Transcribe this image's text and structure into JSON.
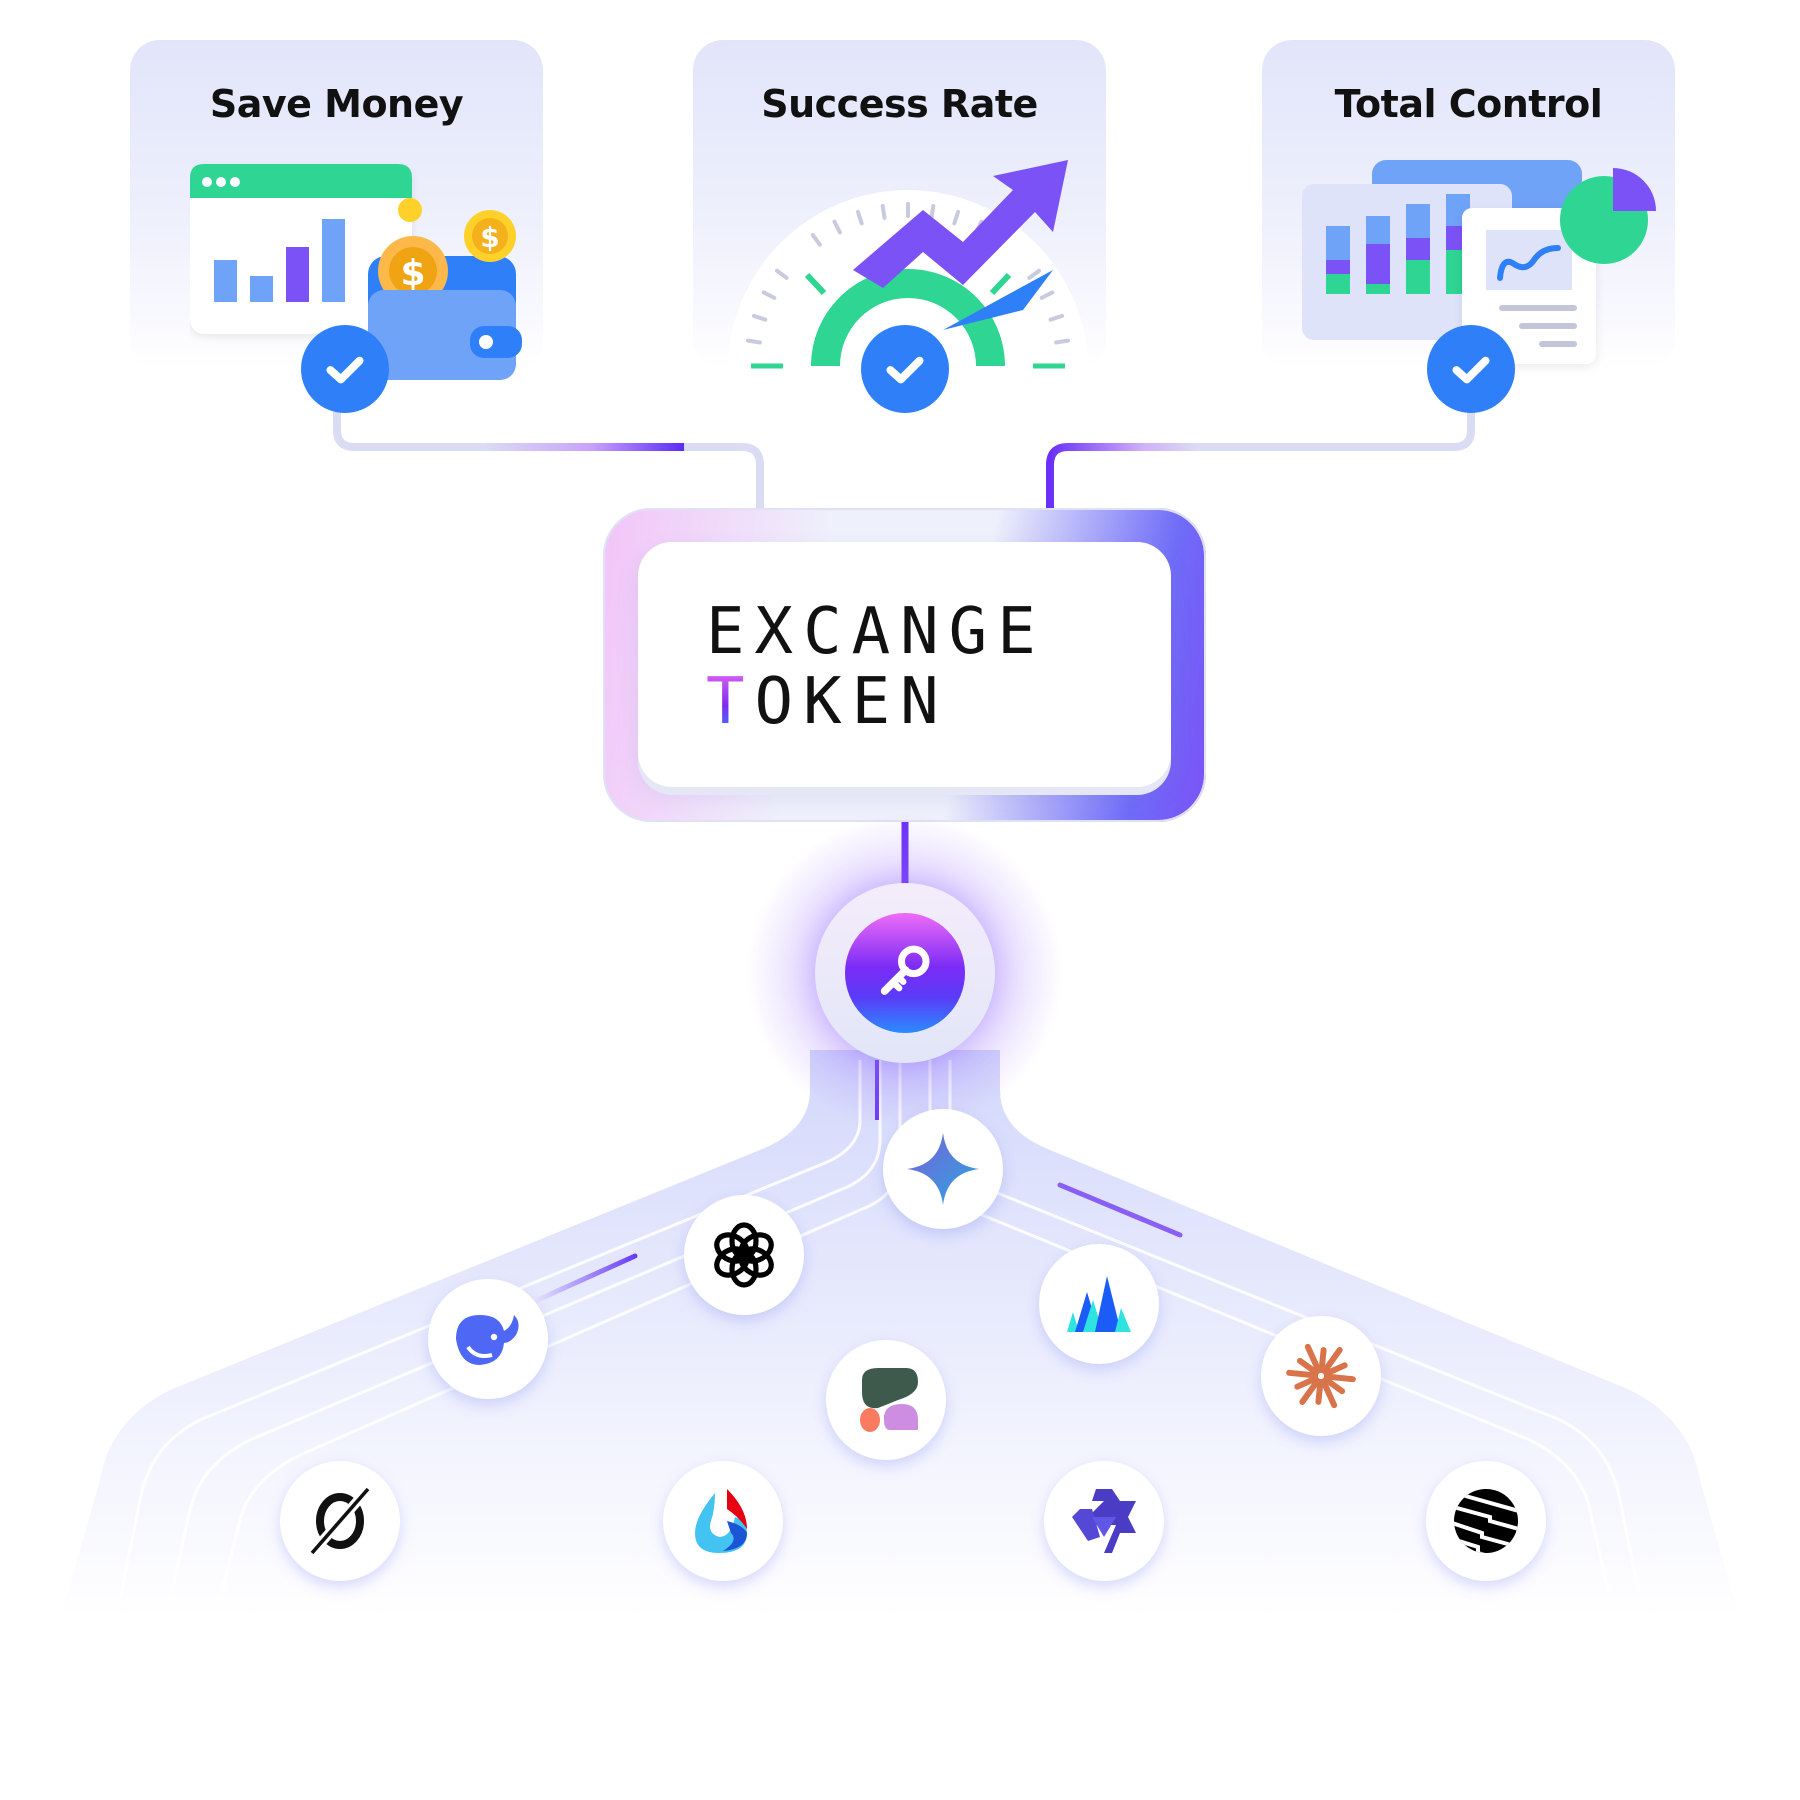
{
  "diagram": {
    "title": "Excange Token benefits and AI model routing",
    "benefit_cards": [
      {
        "title": "Save Money",
        "illustration": "wallet-with-coins-and-bar-chart",
        "status_icon": "check-icon"
      },
      {
        "title": "Success Rate",
        "illustration": "gauge-with-upward-arrow",
        "status_icon": "check-icon"
      },
      {
        "title": "Total Control",
        "illustration": "dashboard-charts-and-pie",
        "status_icon": "check-icon"
      }
    ],
    "hub": {
      "logo_line1": "EXCANGE",
      "logo_line2_first": "T",
      "logo_line2_rest": "OKEN"
    },
    "gateway": {
      "icon": "key-icon",
      "label": "API Key"
    },
    "ai_providers": [
      {
        "name": "Gemini",
        "icon": "gemini-sparkle-icon"
      },
      {
        "name": "OpenAI",
        "icon": "openai-knot-icon"
      },
      {
        "name": "DeepSeek",
        "icon": "deepseek-whale-icon"
      },
      {
        "name": "Mountain model",
        "icon": "mountain-peaks-icon"
      },
      {
        "name": "Claude",
        "icon": "claude-starburst-icon"
      },
      {
        "name": "Blob model",
        "icon": "blob-shapes-icon"
      },
      {
        "name": "Slash-circle model",
        "icon": "slash-circle-icon"
      },
      {
        "name": "Flame-drop model",
        "icon": "flame-drop-icon"
      },
      {
        "name": "Qwen",
        "icon": "qwen-hexagram-icon"
      },
      {
        "name": "Striped sphere model",
        "icon": "striped-sphere-icon"
      }
    ]
  },
  "colors": {
    "check_blue": "#2f80f8",
    "accent_purple": "#7b52f6",
    "accent_green": "#2ed593",
    "accent_pink": "#f06cf5",
    "connector_gray": "#d9dcf3",
    "card_bg": "#e2e5fa"
  }
}
